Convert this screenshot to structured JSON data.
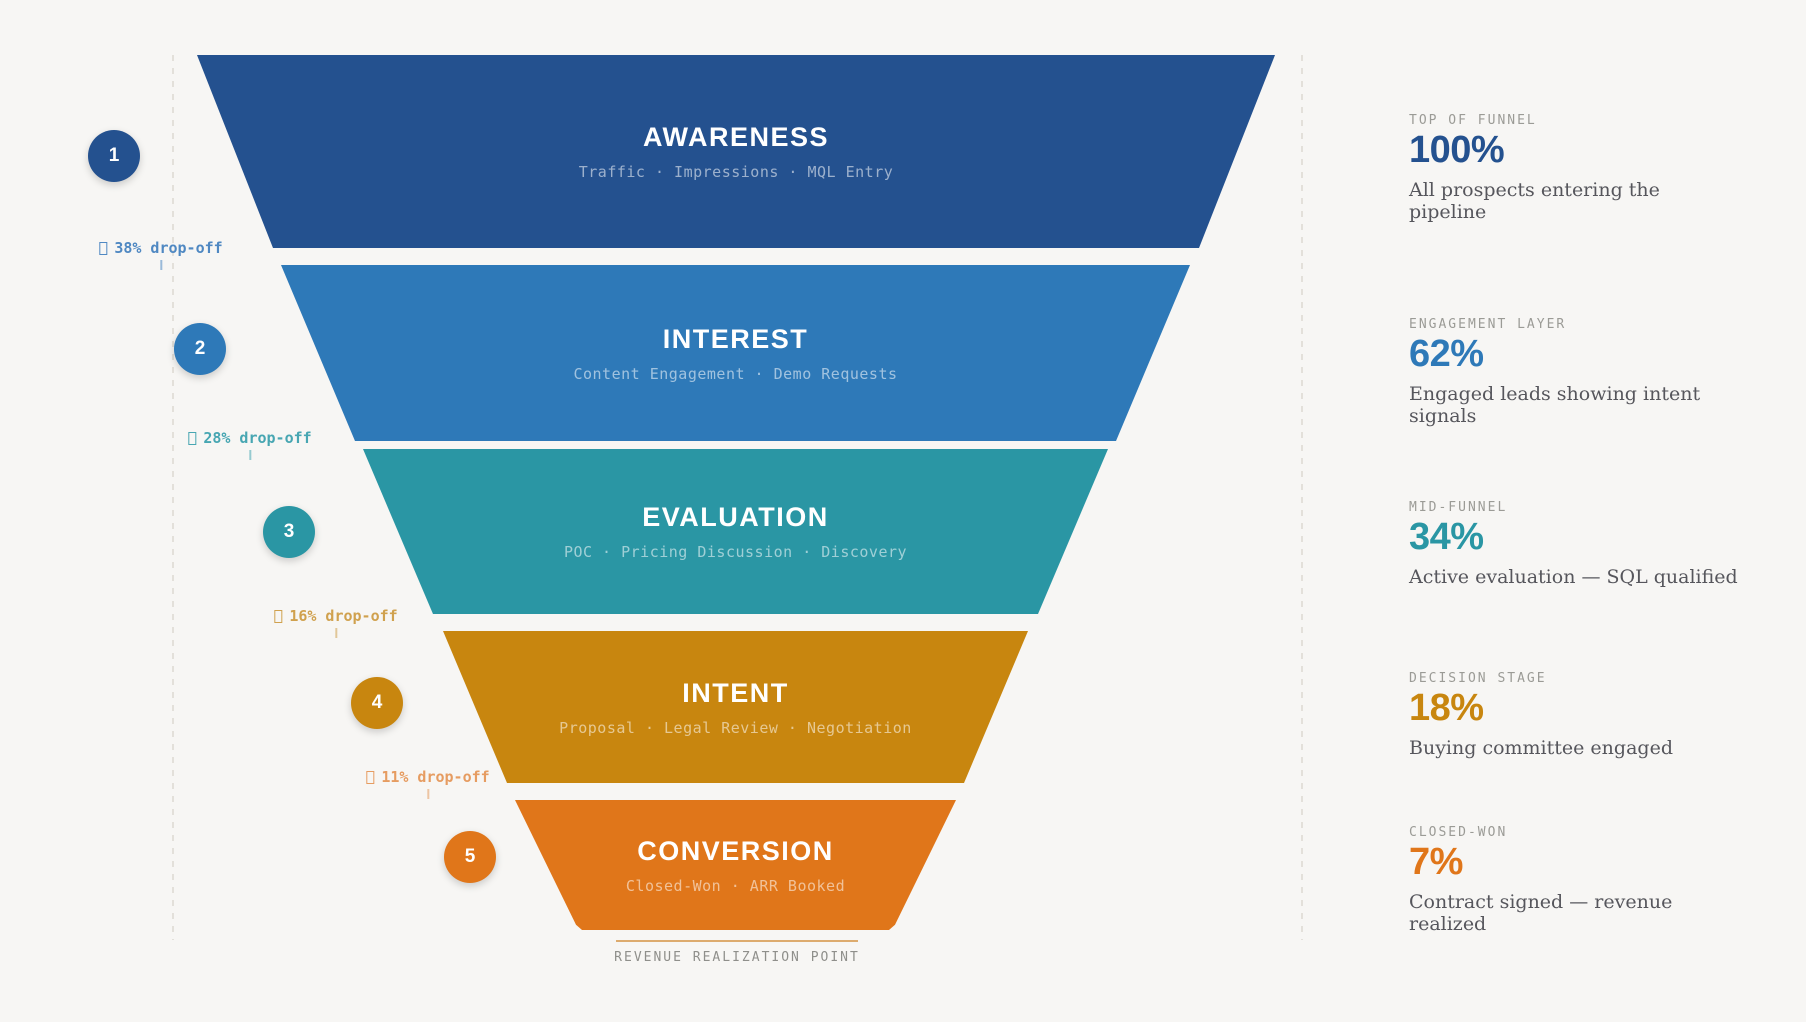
{
  "background_color": "#f7f6f4",
  "stages": [
    {
      "num": "1",
      "title": "AWARENESS",
      "subtitle": "Traffic · Impressions · MQL Entry",
      "color": "#24518f",
      "stat_label": "TOP OF FUNNEL",
      "stat_value": "100%",
      "stat_desc": "All prospects entering the pipeline"
    },
    {
      "num": "2",
      "title": "INTEREST",
      "subtitle": "Content Engagement · Demo Requests",
      "color": "#2e79b8",
      "stat_label": "ENGAGEMENT LAYER",
      "stat_value": "62%",
      "stat_desc": "Engaged leads showing intent signals"
    },
    {
      "num": "3",
      "title": "EVALUATION",
      "subtitle": "POC · Pricing Discussion · Discovery",
      "color": "#2a96a4",
      "stat_label": "MID-FUNNEL",
      "stat_value": "34%",
      "stat_desc": "Active evaluation — SQL qualified"
    },
    {
      "num": "4",
      "title": "INTENT",
      "subtitle": "Proposal · Legal Review · Negotiation",
      "color": "#c8860f",
      "stat_label": "DECISION STAGE",
      "stat_value": "18%",
      "stat_desc": "Buying committee engaged"
    },
    {
      "num": "5",
      "title": "CONVERSION",
      "subtitle": "Closed-Won · ARR Booked",
      "color": "#e0761a",
      "stat_label": "CLOSED-WON",
      "stat_value": "7%",
      "stat_desc": "Contract signed — revenue realized"
    }
  ],
  "dropoffs": [
    {
      "label": "38% drop-off",
      "color": "#4f88c2"
    },
    {
      "label": "28% drop-off",
      "color": "#47a6b2"
    },
    {
      "label": "16% drop-off",
      "color": "#d0a14e"
    },
    {
      "label": "11% drop-off",
      "color": "#e69c61"
    }
  ],
  "footer_label": "REVENUE REALIZATION POINT",
  "chart_data": {
    "type": "funnel",
    "title": "",
    "categories": [
      "Awareness",
      "Interest",
      "Evaluation",
      "Intent",
      "Conversion"
    ],
    "values": [
      100,
      62,
      34,
      18,
      7
    ],
    "value_unit": "%",
    "stage_sublabels": [
      "Traffic · Impressions · MQL Entry",
      "Content Engagement · Demo Requests",
      "POC · Pricing Discussion · Discovery",
      "Proposal · Legal Review · Negotiation",
      "Closed-Won · ARR Booked"
    ],
    "dropoff_values": [
      38,
      28,
      16,
      11
    ],
    "stage_colors": [
      "#24518f",
      "#2e79b8",
      "#2a96a4",
      "#c8860f",
      "#e0761a"
    ],
    "annotations": [
      {
        "label": "TOP OF FUNNEL",
        "value": "100%",
        "desc": "All prospects entering the pipeline"
      },
      {
        "label": "ENGAGEMENT LAYER",
        "value": "62%",
        "desc": "Engaged leads showing intent signals"
      },
      {
        "label": "MID-FUNNEL",
        "value": "34%",
        "desc": "Active evaluation — SQL qualified"
      },
      {
        "label": "DECISION STAGE",
        "value": "18%",
        "desc": "Buying committee engaged"
      },
      {
        "label": "CLOSED-WON",
        "value": "7%",
        "desc": "Contract signed — revenue realized"
      }
    ],
    "footer": "REVENUE REALIZATION POINT",
    "layout": {
      "orientation": "top-down",
      "annotations_position": "right",
      "numbered_markers": true
    }
  }
}
